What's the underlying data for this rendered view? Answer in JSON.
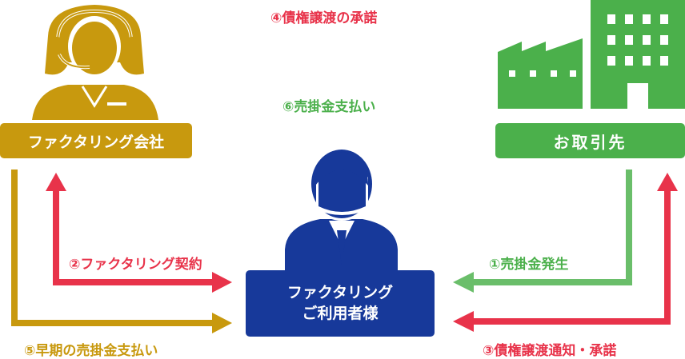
{
  "colors": {
    "gold": "#C8990E",
    "green": "#4BB04B",
    "lightgreen": "#6ABE6A",
    "navy": "#17399A",
    "red": "#E8334A",
    "white": "#FFFFFF"
  },
  "nodes": {
    "factoring": {
      "label": "ファクタリング会社",
      "icon": "headset-operator-icon"
    },
    "partner": {
      "label": "お取引先",
      "icon": "factory-building-icon"
    },
    "user": {
      "line1": "ファクタリング",
      "line2": "ご利用者様",
      "icon": "business-person-icon"
    }
  },
  "steps": {
    "s1": "①売掛金発生",
    "s2": "②ファクタリング契約",
    "s3": "③債権譲渡通知・承諾",
    "s4": "④債権譲渡の承諾",
    "s5": "⑤早期の売掛金支払い",
    "s6": "⑥売掛金支払い"
  }
}
